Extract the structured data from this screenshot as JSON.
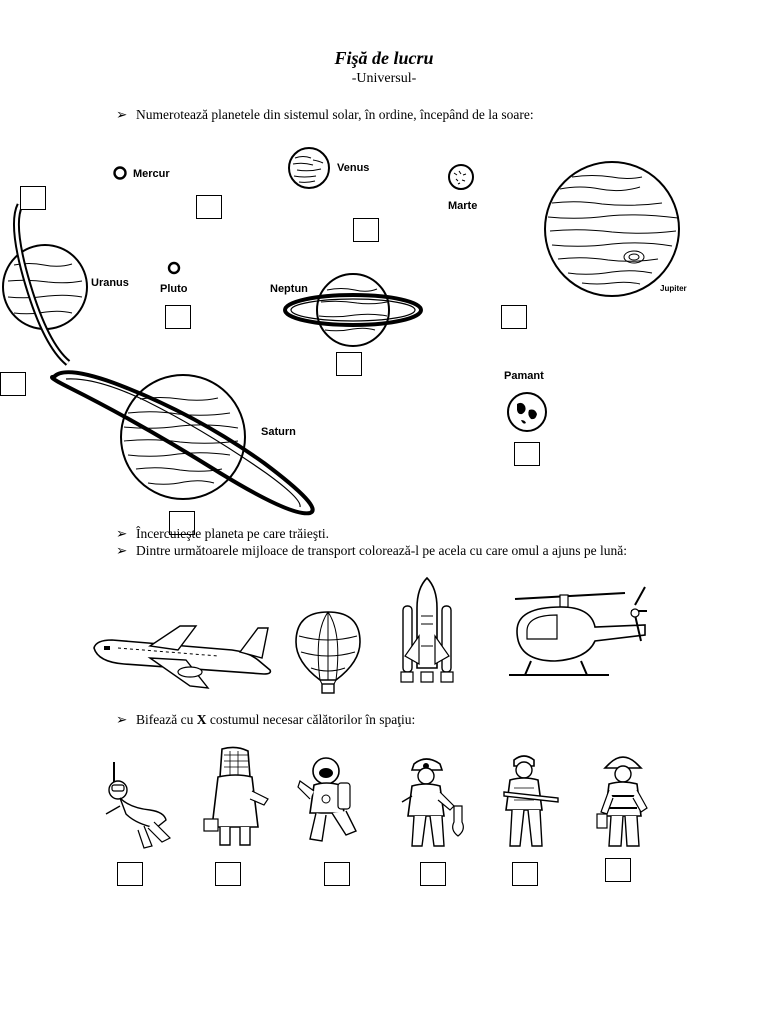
{
  "worksheet": {
    "title": "Fişă de lucru",
    "subtitle": "-Universul-"
  },
  "instructions": {
    "bullet_icon": "arrowhead-bullet-icon",
    "number_planets": "Numerotează  planetele din sistemul solar,  în ordine, începând de la soare:",
    "circle_planet": "Încercuieşte planeta pe care trăieşti.",
    "color_transport": "Dintre următoarele mijloace de transport colorează-l pe acela cu care omul a ajuns pe lună:",
    "check_costume_pre": "Bifează cu ",
    "check_costume_bold": "X",
    "check_costume_post": " costumul necesar călătorilor în spaţiu:"
  },
  "planets": {
    "mercur": "Mercur",
    "venus": "Venus",
    "marte": "Marte",
    "jupiter": "Jupiter",
    "uranus": "Uranus",
    "pluto": "Pluto",
    "neptun": "Neptun",
    "pamant": "Pamant",
    "saturn": "Saturn"
  },
  "transport_icons": [
    "airplane-icon",
    "hot-air-balloon-icon",
    "space-shuttle-icon",
    "helicopter-icon"
  ],
  "costume_icons": [
    "snorkel-diver-icon",
    "beekeeper-icon",
    "astronaut-icon",
    "miner-icon",
    "soldier-icon",
    "firefighter-icon"
  ]
}
